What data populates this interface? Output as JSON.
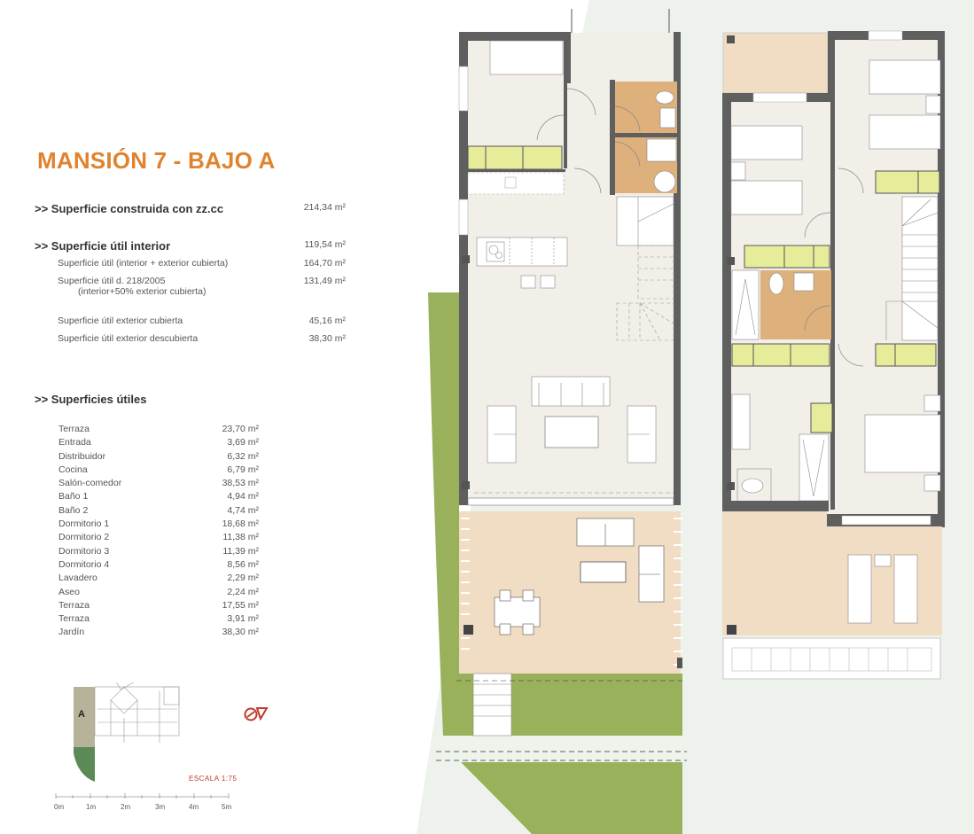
{
  "title": "MANSIÓN 7 - BAJO A",
  "summary": {
    "constructed": {
      "label": ">> Superficie construida con zz.cc",
      "value": "214,34 m²"
    },
    "interior": {
      "label": ">> Superficie útil interior",
      "value": "119,54 m²"
    },
    "details": [
      {
        "label": "Superficie útil (interior + exterior cubierta)",
        "value": "164,70 m²"
      },
      {
        "label": "Superficie útil  d. 218/2005",
        "label2": "(interior+50% exterior cubierta)",
        "value": "131,49 m²"
      },
      {
        "label": "Superficie útil exterior cubierta",
        "value": "45,16 m²"
      },
      {
        "label": "Superficie útil exterior descubierta",
        "value": "38,30 m²"
      }
    ]
  },
  "rooms_header": ">> Superficies útiles",
  "rooms": [
    {
      "name": "Terraza",
      "area": "23,70 m²"
    },
    {
      "name": "Entrada",
      "area": "3,69 m²"
    },
    {
      "name": "Distribuidor",
      "area": "6,32 m²"
    },
    {
      "name": "Cocina",
      "area": "6,79 m²"
    },
    {
      "name": "Salón-comedor",
      "area": "38,53 m²"
    },
    {
      "name": "Baño 1",
      "area": "4,94 m²"
    },
    {
      "name": "Baño 2",
      "area": "4,74 m²"
    },
    {
      "name": "Dormitorio 1",
      "area": "18,68 m²"
    },
    {
      "name": "Dormitorio 2",
      "area": "11,38 m²"
    },
    {
      "name": "Dormitorio 3",
      "area": "11,39 m²"
    },
    {
      "name": "Dormitorio 4",
      "area": "8,56 m²"
    },
    {
      "name": "Lavadero",
      "area": "2,29 m²"
    },
    {
      "name": "Aseo",
      "area": "2,24 m²"
    },
    {
      "name": "Terraza",
      "area": "17,55 m²"
    },
    {
      "name": "Terraza",
      "area": "3,91 m²"
    },
    {
      "name": "Jardín",
      "area": "38,30 m²"
    }
  ],
  "site_plan": {
    "unit_label": "A",
    "icon": "north-compass-icon"
  },
  "scale": {
    "label": "ESCALA 1:75",
    "ticks": [
      "0m",
      "1m",
      "2m",
      "3m",
      "4m",
      "5m"
    ]
  },
  "colors": {
    "accent": "#e0832f",
    "wall": "#5f5f5f",
    "floor": "#f2efe9",
    "terrace": "#f1dcc4",
    "bathroom": "#deb07c",
    "storage": "#e7ec9a",
    "garden": "#98b15a",
    "background": "#edf2ec"
  }
}
